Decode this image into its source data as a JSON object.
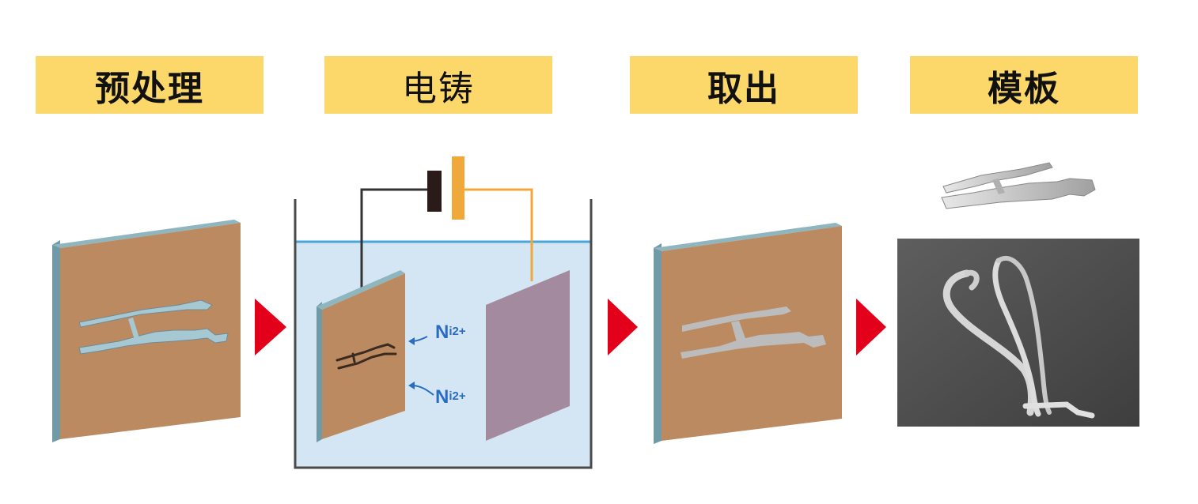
{
  "steps": [
    {
      "label": "预处理"
    },
    {
      "label": "电铸"
    },
    {
      "label": "取出"
    },
    {
      "label": "模板"
    }
  ],
  "ions": {
    "symbol": "N",
    "charge": "i2+"
  },
  "colors": {
    "label_bg": "#fcd86a",
    "substrate": "#bc8a61",
    "solution": "#d4e6f3",
    "anode": "#a38a9f",
    "arrow": "#e3001b",
    "ion_text": "#2a6cc0"
  }
}
